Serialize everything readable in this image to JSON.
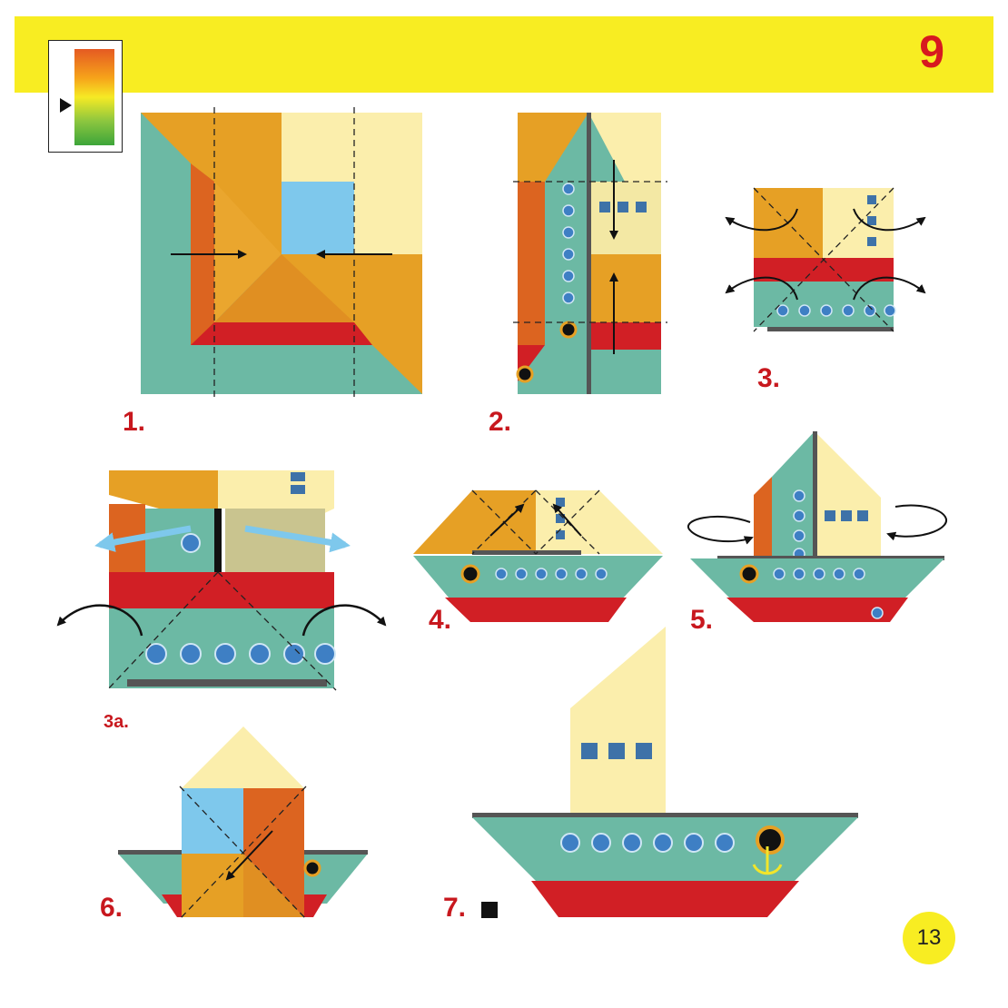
{
  "header": {
    "model_number": "9"
  },
  "difficulty": {
    "gradient": [
      "#e55a22",
      "#f6a31a",
      "#f6ea24",
      "#8cc63f",
      "#3ca53a"
    ],
    "level": "medium"
  },
  "steps": [
    {
      "label": "1."
    },
    {
      "label": "2."
    },
    {
      "label": "3."
    },
    {
      "label": "3a."
    },
    {
      "label": "4."
    },
    {
      "label": "5."
    },
    {
      "label": "6."
    },
    {
      "label": "7."
    }
  ],
  "footer": {
    "page_number": "13"
  },
  "colors": {
    "teal": "#6cb9a4",
    "orange": "#e6a025",
    "dark_orange": "#dc6420",
    "light_yellow": "#fbeeac",
    "sky_blue": "#7ec8ec",
    "red": "#d11f25",
    "brand_red": "#c8181e",
    "banner_yellow": "#f8ed22"
  }
}
